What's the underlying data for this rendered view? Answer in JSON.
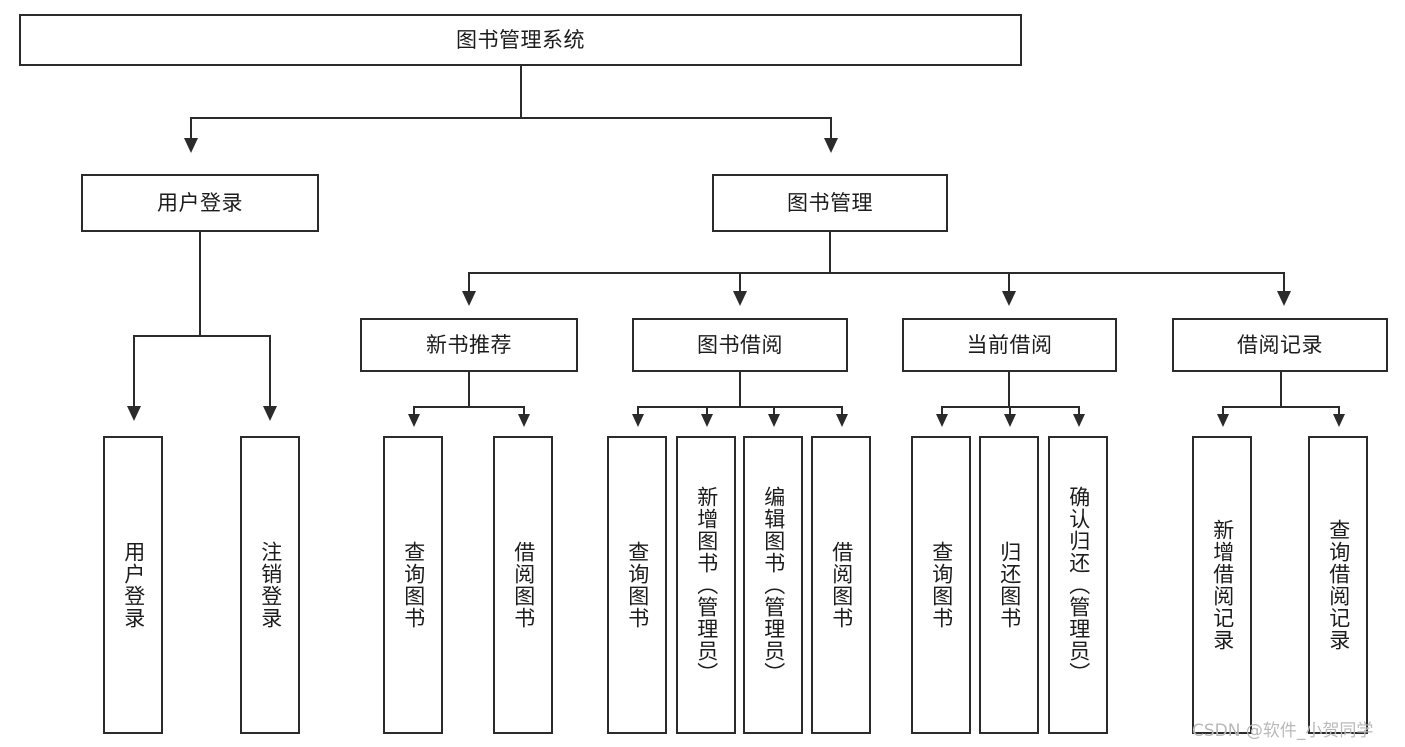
{
  "diagram": {
    "type": "tree-hierarchy-chart",
    "title": "图书管理系统",
    "orientation": "top-down",
    "colors": {
      "box_border": "#2b2b2b",
      "box_fill": "#ffffff",
      "connector": "#2b2b2b",
      "text": "#1c1c1c",
      "watermark": "#b9b9b9",
      "background": "#ffffff"
    }
  },
  "root": {
    "label": "图书管理系统"
  },
  "level2": [
    {
      "id": "user-login",
      "label": "用户登录"
    },
    {
      "id": "book-management",
      "label": "图书管理"
    }
  ],
  "level3": [
    {
      "id": "new-book-recommend",
      "label": "新书推荐",
      "parent": "book-management"
    },
    {
      "id": "book-borrow",
      "label": "图书借阅",
      "parent": "book-management"
    },
    {
      "id": "current-borrow",
      "label": "当前借阅",
      "parent": "book-management"
    },
    {
      "id": "borrow-record",
      "label": "借阅记录",
      "parent": "book-management"
    }
  ],
  "leaves": {
    "user_login": [
      {
        "id": "leaf-user-login",
        "label": "用户登录"
      },
      {
        "id": "leaf-logout-login",
        "label": "注销登录"
      }
    ],
    "new_book_recommend": [
      {
        "id": "leaf-query-book-1",
        "label": "查询图书"
      },
      {
        "id": "leaf-borrow-book-1",
        "label": "借阅图书"
      }
    ],
    "book_borrow": [
      {
        "id": "leaf-query-book-2",
        "label": "查询图书"
      },
      {
        "id": "leaf-add-book",
        "label": "新增图书（管理员）"
      },
      {
        "id": "leaf-edit-book",
        "label": "编辑图书（管理员）"
      },
      {
        "id": "leaf-borrow-book-2",
        "label": "借阅图书"
      }
    ],
    "current_borrow": [
      {
        "id": "leaf-query-book-3",
        "label": "查询图书"
      },
      {
        "id": "leaf-return-book",
        "label": "归还图书"
      },
      {
        "id": "leaf-confirm-return",
        "label": "确认归还（管理员）"
      }
    ],
    "borrow_record": [
      {
        "id": "leaf-add-record",
        "label": "新增借阅记录"
      },
      {
        "id": "leaf-query-record",
        "label": "查询借阅记录"
      }
    ]
  },
  "watermark": {
    "text": "CSDN @软件_小贺同学"
  }
}
